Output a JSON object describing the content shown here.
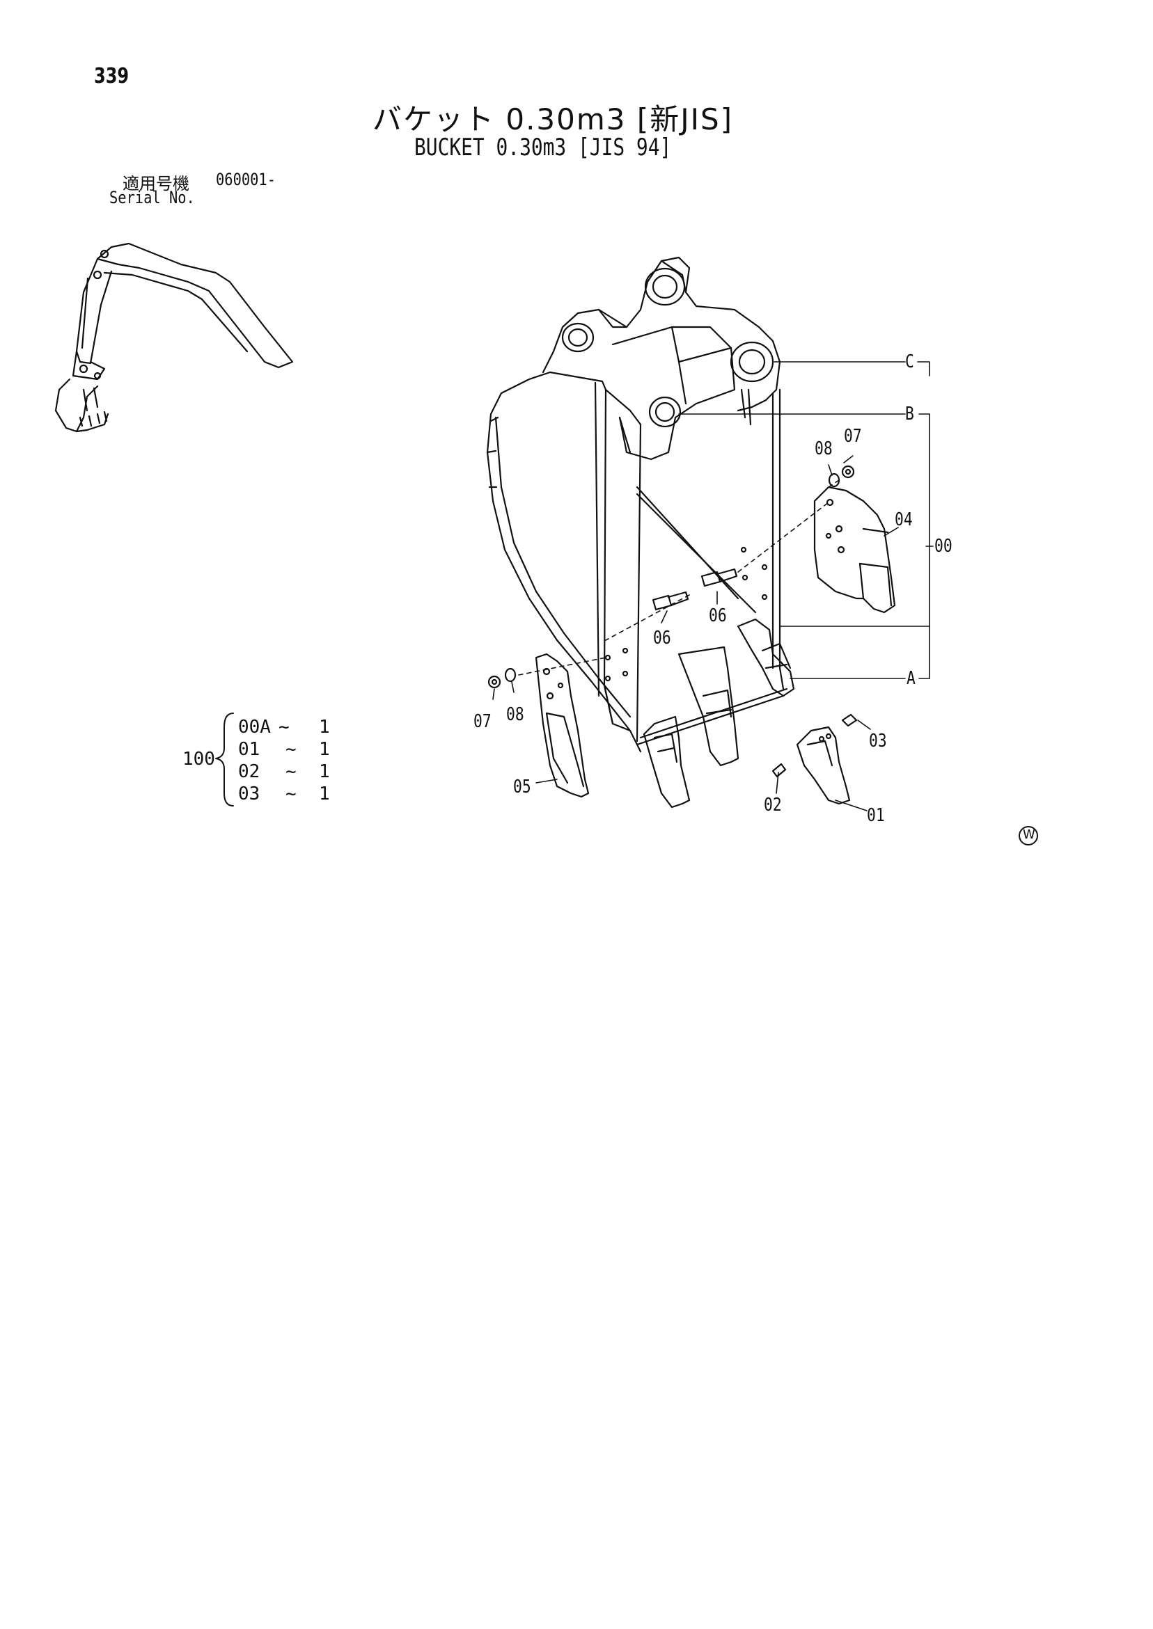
{
  "page": {
    "number": "339"
  },
  "title": {
    "japanese": "バケット 0.30m3 [新JIS]",
    "english": "BUCKET 0.30m3 [JIS 94]"
  },
  "serial": {
    "label_jp": "適用号機",
    "value": "060001-",
    "label_en": "Serial No."
  },
  "kit": {
    "number": "100",
    "rows": [
      {
        "part": "00A",
        "tilde": "~",
        "qty": "1"
      },
      {
        "part": "01",
        "tilde": "~",
        "qty": "1"
      },
      {
        "part": "02",
        "tilde": "~",
        "qty": "1"
      },
      {
        "part": "03",
        "tilde": "~",
        "qty": "1"
      }
    ]
  },
  "callouts": {
    "c": "C",
    "b": "B",
    "a": "A",
    "assembly": "00",
    "p07_right": "07",
    "p08_right": "08",
    "p04": "04",
    "p06_center": "06",
    "p06_left": "06",
    "p07_left": "07",
    "p08_left": "08",
    "p05": "05",
    "p03": "03",
    "p02": "02",
    "p01": "01"
  },
  "mark": "W"
}
